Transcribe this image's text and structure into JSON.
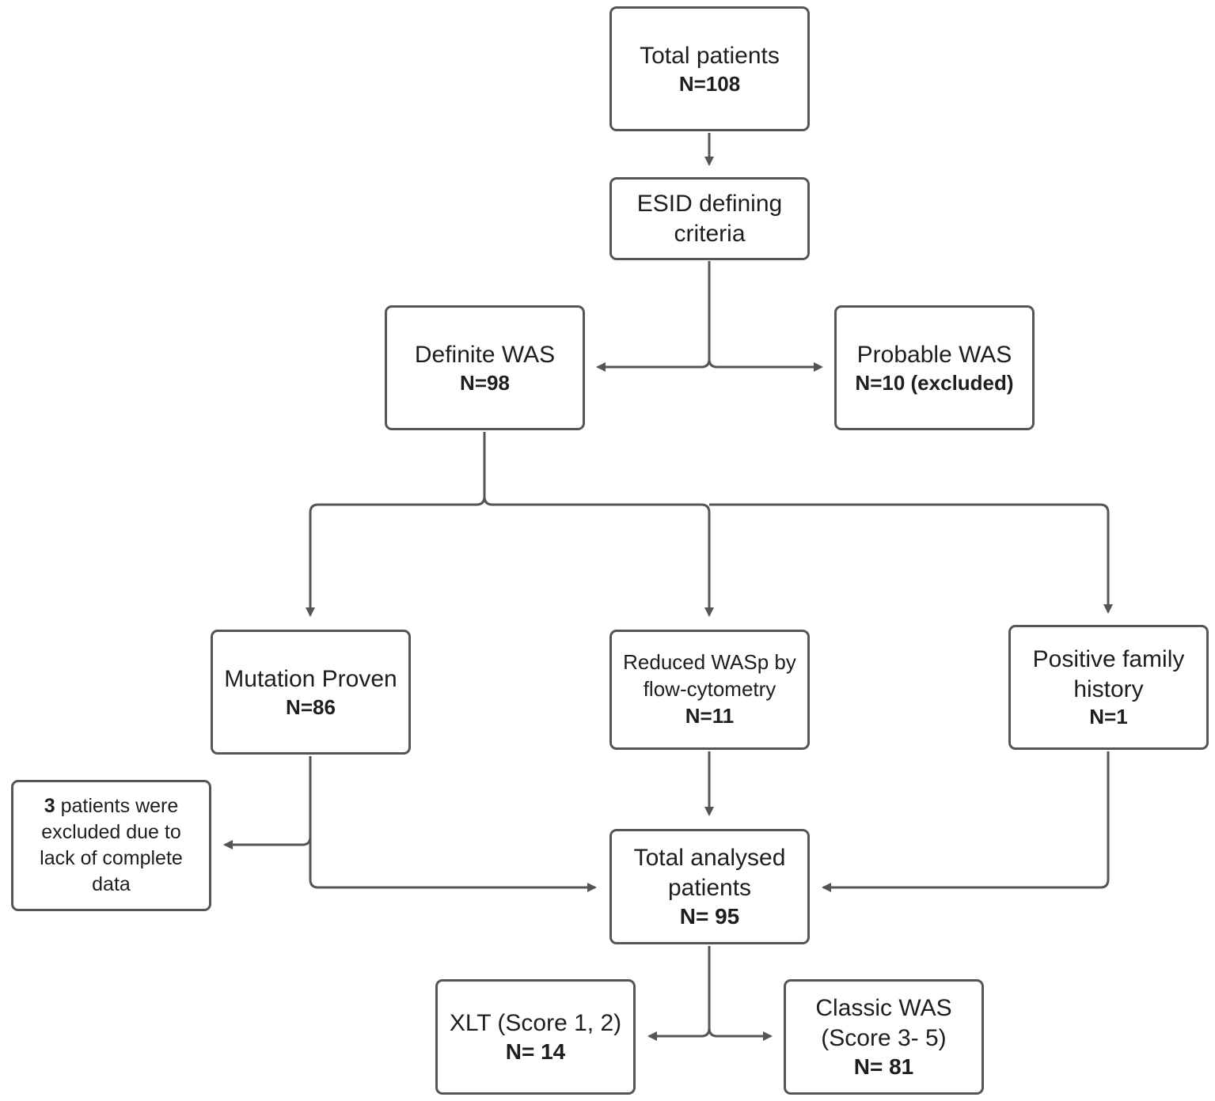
{
  "nodes": {
    "total_patients": {
      "label": "Total patients",
      "count": "N=108"
    },
    "esid": {
      "label_line1": "ESID defining",
      "label_line2": "criteria"
    },
    "definite": {
      "label": "Definite WAS",
      "count": "N=98"
    },
    "probable": {
      "label": "Probable WAS",
      "count": "N=10 (excluded)"
    },
    "mutation": {
      "label": "Mutation Proven",
      "count": "N=86"
    },
    "reduced": {
      "label_line1": "Reduced WASp by",
      "label_line2": "flow-cytometry",
      "count": "N=11"
    },
    "family": {
      "label_line1": "Positive family",
      "label_line2": "history",
      "count": "N=1"
    },
    "excluded_note": {
      "bold_number": "3",
      "line1_rest": " patients were",
      "line2": "excluded due to",
      "line3": "lack of complete",
      "line4": "data"
    },
    "analysed": {
      "label_line1": "Total analysed",
      "label_line2": "patients",
      "count": "N= 95"
    },
    "xlt": {
      "label": "XLT (Score 1, 2)",
      "count": "N= 14"
    },
    "classic": {
      "label_line1": "Classic WAS",
      "label_line2": "(Score 3- 5)",
      "count": "N= 81"
    }
  },
  "colors": {
    "line": "#555555",
    "border": "#555555",
    "text": "#1e1e1e",
    "background": "#ffffff"
  }
}
